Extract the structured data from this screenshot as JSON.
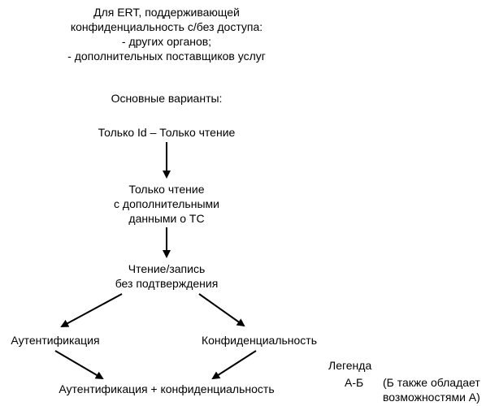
{
  "header": {
    "lines": [
      "Для ERT, поддерживающей",
      "конфиденциальность с/без доступа:",
      "- других органов;",
      "- дополнительных поставщиков услуг"
    ]
  },
  "variants_title": "Основные варианты:",
  "nodes": {
    "id_readonly": "Только Id – Только чтение",
    "readonly_extra": [
      "Только чтение",
      "с дополнительными",
      "данными о ТС"
    ],
    "readwrite": [
      "Чтение/запись",
      "без подтверждения"
    ],
    "auth": "Аутентификация",
    "conf": "Конфиденциальность",
    "auth_conf": "Аутентификация + конфиденциальность"
  },
  "legend": {
    "title": "Легенда",
    "key": "А-Б",
    "desc": [
      "(Б также обладает",
      "возможностями А)"
    ]
  }
}
